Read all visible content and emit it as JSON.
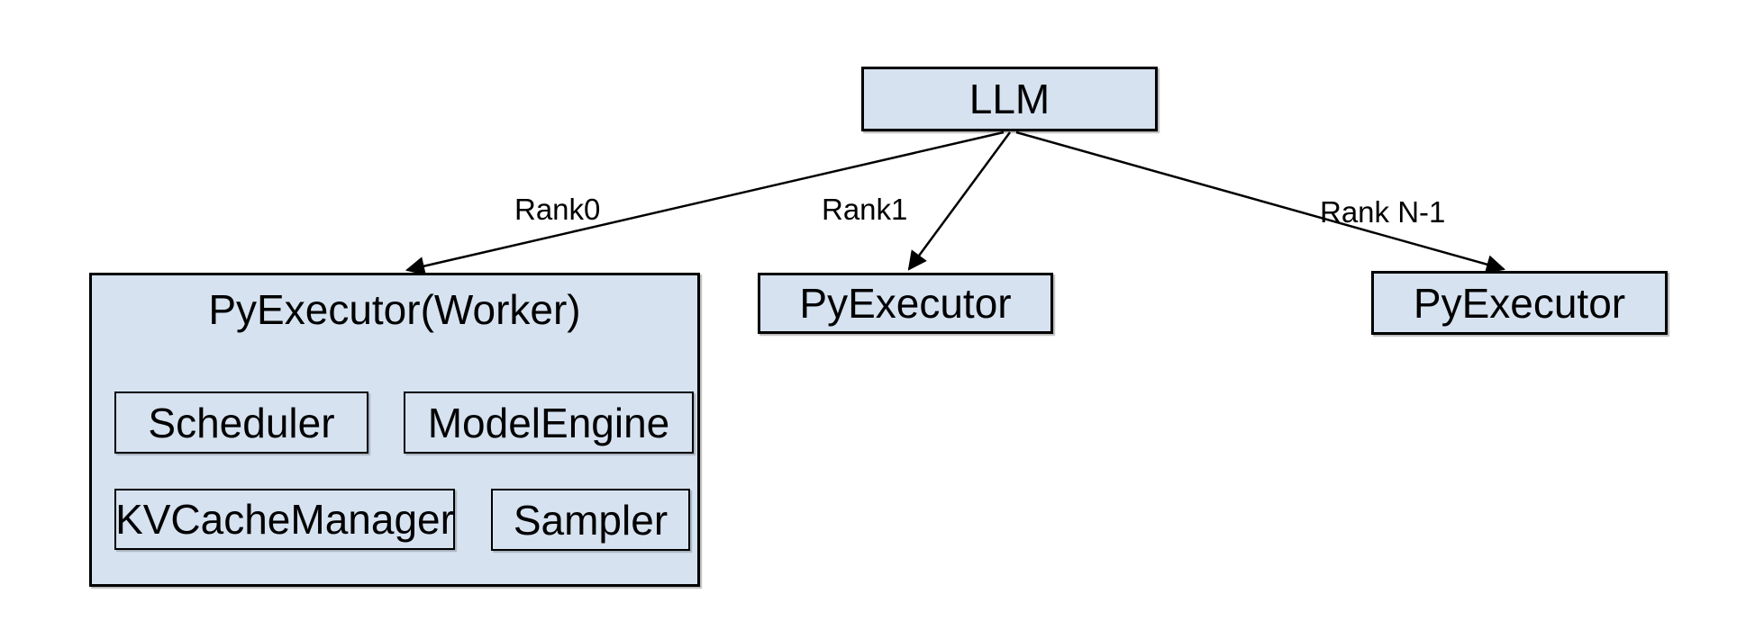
{
  "colors": {
    "background": "#ffffff",
    "node_fill": "#d6e2f0",
    "node_border": "#000000",
    "text": "#000000",
    "arrow": "#000000"
  },
  "nodes": {
    "llm": {
      "label": "LLM"
    },
    "worker": {
      "label": "PyExecutor(Worker)",
      "children": [
        {
          "id": "scheduler",
          "label": "Scheduler"
        },
        {
          "id": "model_engine",
          "label": "ModelEngine"
        },
        {
          "id": "kv_cache_manager",
          "label": "KVCacheManager"
        },
        {
          "id": "sampler",
          "label": "Sampler"
        }
      ]
    },
    "rank1_executor": {
      "label": "PyExecutor"
    },
    "rankn_executor": {
      "label": "PyExecutor"
    }
  },
  "edges": [
    {
      "from": "llm",
      "to": "worker",
      "label": "Rank0"
    },
    {
      "from": "llm",
      "to": "rank1_executor",
      "label": "Rank1"
    },
    {
      "from": "llm",
      "to": "rankn_executor",
      "label": "Rank N-1"
    }
  ]
}
